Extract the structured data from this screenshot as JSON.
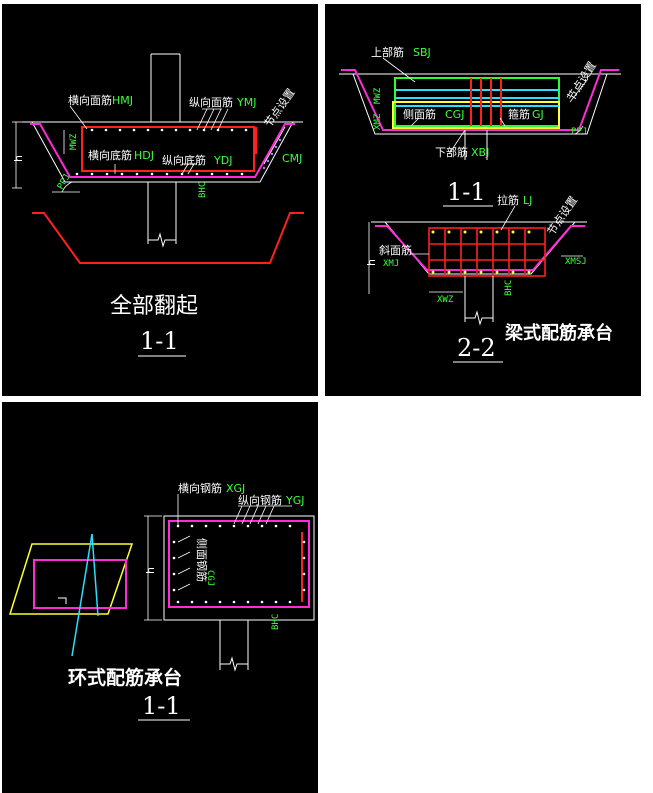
{
  "panel1": {
    "heng_mian": "横向面筋",
    "heng_mian_code": "HMJ",
    "zong_mian": "纵向面筋",
    "zong_mian_code": "YMJ",
    "jie_dian": "节点设置",
    "heng_di": "横向底筋",
    "heng_di_code": "HDJ",
    "zong_di": "纵向底筋",
    "zong_di_code": "YDJ",
    "cmj": "CMJ",
    "ppj": "PPJ",
    "mwz": "MWZ",
    "bhc": "BHC",
    "h": "h",
    "title": "全部翻起",
    "section": "1-1"
  },
  "panel2": {
    "shang_bu": "上部筋",
    "shang_bu_code": "SBJ",
    "jie_dian": "节点设置",
    "ce_mian": "侧面筋",
    "ce_mian_code": "CGJ",
    "gu_jin": "箍筋",
    "gu_jin_code": "GJ",
    "xia_bu": "下部筋",
    "xia_bu_code": "XBJ",
    "ppj": "PPJ",
    "mwz": "MWZ",
    "xmz": "XMZ",
    "section1": "1-1",
    "la_jin": "拉筋",
    "la_jin_code": "LJ",
    "xie_mian": "斜面筋",
    "xie_mian_code": "XMJ",
    "xmsj": "XMSJ",
    "xwz": "XWZ",
    "bhc": "BHC",
    "h": "h",
    "section2": "2-2",
    "title": "梁式配筋承台"
  },
  "panel3": {
    "heng_gang": "横向钢筋",
    "heng_gang_code": "XGJ",
    "zong_gang": "纵向钢筋",
    "zong_gang_code": "YGJ",
    "ce_mian": "侧面钢筋",
    "ce_mian_code": "CGJ",
    "bhc": "BHC",
    "h": "h",
    "title": "环式配筋承台",
    "section": "1-1"
  }
}
